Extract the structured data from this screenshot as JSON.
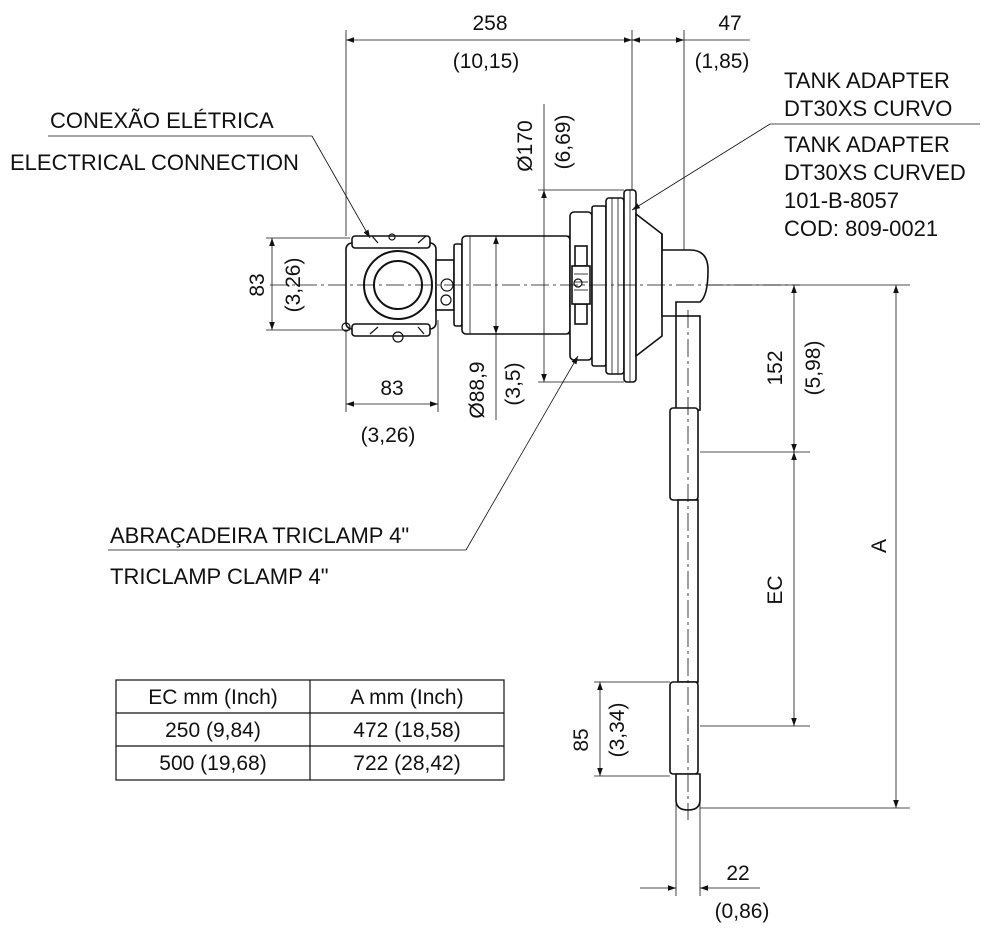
{
  "labels": {
    "electrical_pt": "CONEXÃO ELÉTRICA",
    "electrical_en": "ELECTRICAL CONNECTION",
    "adapter_pt_1": "TANK ADAPTER",
    "adapter_pt_2": "DT30XS CURVO",
    "adapter_en_1": "TANK ADAPTER",
    "adapter_en_2": "DT30XS CURVED",
    "adapter_part": "101-B-8057",
    "adapter_cod": "COD: 809-0021",
    "clamp_pt": "ABRAÇADEIRA TRICLAMP 4\"",
    "clamp_en": "TRICLAMP CLAMP 4\""
  },
  "dims": {
    "len_main": "258",
    "len_main_in": "(10,15)",
    "len_adapter": "47",
    "len_adapter_in": "(1,85)",
    "dia_flange": "Ø170",
    "dia_flange_in": "(6,69)",
    "head_h": "83",
    "head_h_in": "(3,26)",
    "head_w": "83",
    "head_w_in": "(3,26)",
    "dia_body": "Ø88,9",
    "dia_body_in": "(3,5)",
    "offset": "152",
    "offset_in": "(5,98)",
    "ec": "EC",
    "a": "A",
    "tip": "85",
    "tip_in": "(3,34)",
    "rod": "22",
    "rod_in": "(0,86)"
  },
  "table": {
    "headers": [
      "EC mm (Inch)",
      "A mm (Inch)"
    ],
    "rows": [
      [
        "250 (9,84)",
        "472 (18,58)"
      ],
      [
        "500 (19,68)",
        "722 (28,42)"
      ]
    ]
  }
}
